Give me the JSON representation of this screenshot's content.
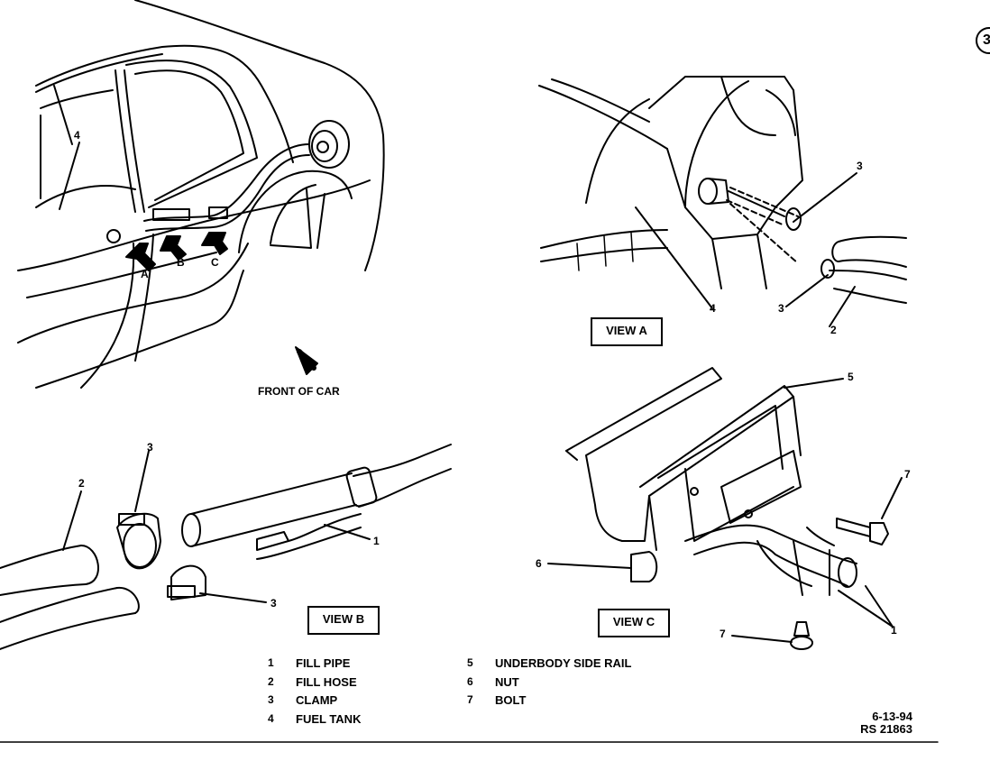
{
  "callouts": {
    "overview_4": "4",
    "arrow_a": "A",
    "arrow_b": "B",
    "arrow_c": "C",
    "front_of_car": "FRONT OF CAR",
    "viewa_3_top": "3",
    "viewa_3_bottom": "3",
    "viewa_4": "4",
    "viewa_2": "2",
    "viewb_3_top": "3",
    "viewb_2": "2",
    "viewb_1": "1",
    "viewb_3_bottom": "3",
    "viewc_5": "5",
    "viewc_7_right": "7",
    "viewc_6": "6",
    "viewc_1": "1",
    "viewc_7_bottom": "7"
  },
  "view_labels": {
    "a": "VIEW A",
    "b": "VIEW B",
    "c": "VIEW C"
  },
  "legend": {
    "left": [
      {
        "num": "1",
        "label": "FILL PIPE"
      },
      {
        "num": "2",
        "label": "FILL HOSE"
      },
      {
        "num": "3",
        "label": "CLAMP"
      },
      {
        "num": "4",
        "label": "FUEL TANK"
      }
    ],
    "right": [
      {
        "num": "5",
        "label": "UNDERBODY SIDE RAIL"
      },
      {
        "num": "6",
        "label": "NUT"
      },
      {
        "num": "7",
        "label": "BOLT"
      }
    ]
  },
  "stamp": {
    "date": "6-13-94",
    "ref": "RS 21863"
  },
  "corner_mark": "3"
}
